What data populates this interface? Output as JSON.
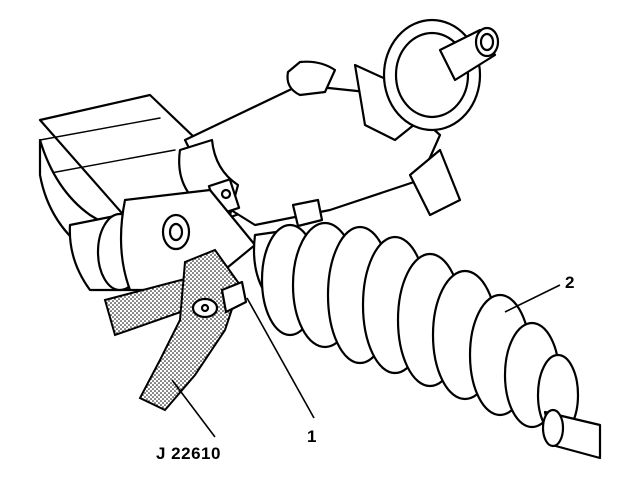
{
  "callouts": {
    "part_1": "1",
    "part_2": "2",
    "tool": "J 22610"
  },
  "colors": {
    "ink": "#000000",
    "background": "#ffffff",
    "stipple": "#000000"
  }
}
